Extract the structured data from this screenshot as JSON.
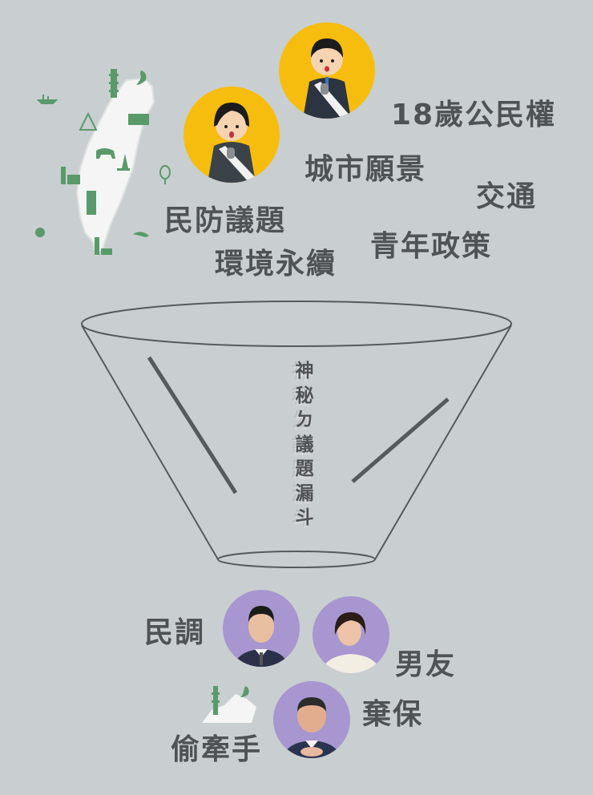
{
  "colors": {
    "background": "#c9ced1",
    "text": "#4f5356",
    "map_green": "#5a9a6a",
    "candidate_yellow": "#f7bd0e",
    "photo_purple": "#a796cf",
    "funnel_stroke": "#555a5d"
  },
  "illustration": {
    "map_icon": "taiwan-map-icon",
    "candidate_female_icon": "candidate-female-icon",
    "candidate_male_icon": "candidate-male-icon"
  },
  "topics_in": [
    {
      "label": "18歲公民權"
    },
    {
      "label": "城市願景"
    },
    {
      "label": "交通"
    },
    {
      "label": "民防議題"
    },
    {
      "label": "青年政策"
    },
    {
      "label": "環境永續"
    }
  ],
  "funnel": {
    "label_chars": [
      "神",
      "秘",
      "ㄉ",
      "議",
      "題",
      "漏",
      "斗"
    ]
  },
  "topics_out": [
    {
      "label": "民調"
    },
    {
      "label": "男友"
    },
    {
      "label": "棄保"
    },
    {
      "label": "偷牽手"
    }
  ],
  "candidates_out": [
    {
      "icon": "candidate-photo-1"
    },
    {
      "icon": "candidate-photo-2"
    },
    {
      "icon": "candidate-photo-3"
    }
  ]
}
